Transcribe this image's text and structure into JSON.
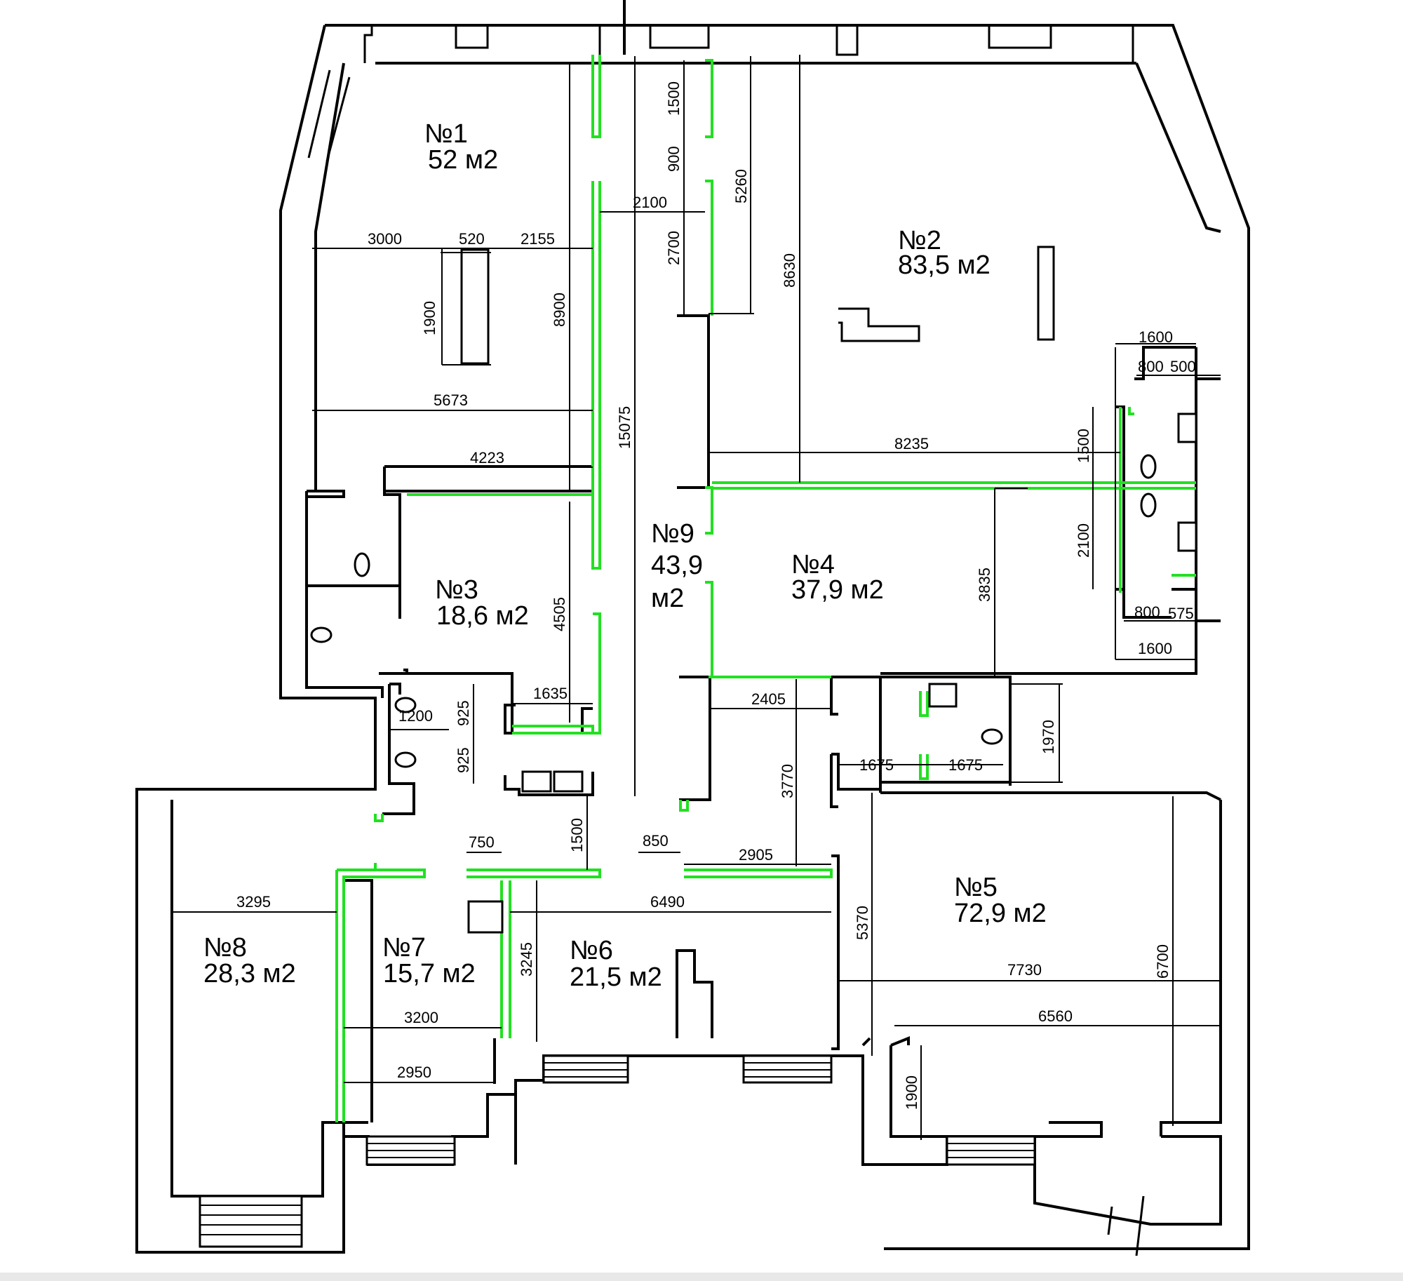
{
  "rooms": [
    {
      "id": "1",
      "num": "№1",
      "area": "52 м2"
    },
    {
      "id": "2",
      "num": "№2",
      "area": "83,5 м2"
    },
    {
      "id": "3",
      "num": "№3",
      "area": "18,6 м2"
    },
    {
      "id": "4",
      "num": "№4",
      "area": "37,9 м2"
    },
    {
      "id": "5",
      "num": "№5",
      "area": "72,9 м2"
    },
    {
      "id": "6",
      "num": "№6",
      "area": "21,5 м2"
    },
    {
      "id": "7",
      "num": "№7",
      "area": "15,7 м2"
    },
    {
      "id": "8",
      "num": "№8",
      "area": "28,3 м2"
    },
    {
      "id": "9",
      "num": "№9",
      "area_line1": "43,9",
      "area_line2": "м2"
    }
  ],
  "dimensions": {
    "d3000": "3000",
    "d520": "520",
    "d2155": "2155",
    "d1900a": "1900",
    "d8900": "8900",
    "d5673": "5673",
    "d4223": "4223",
    "d4505": "4505",
    "d1635": "1635",
    "d1200": "1200",
    "d925a": "925",
    "d925b": "925",
    "d2100a": "2100",
    "d1500a": "1500",
    "d900": "900",
    "d2700": "2700",
    "d5260": "5260",
    "d8630": "8630",
    "d15075": "15075",
    "d1600a": "1600",
    "d800a": "800",
    "d500": "500",
    "d8235": "8235",
    "d1500b": "1500",
    "d2100b": "2100",
    "d3835": "3835",
    "d800b": "800",
    "d575": "575",
    "d1600b": "1600",
    "d2405": "2405",
    "d3770": "3770",
    "d1675a": "1675",
    "d1675b": "1675",
    "d1970": "1970",
    "d1500c": "1500",
    "d750": "750",
    "d850": "850",
    "d2905": "2905",
    "d3295": "3295",
    "d6490": "6490",
    "d3245": "3245",
    "d3200": "3200",
    "d2950": "2950",
    "d5370": "5370",
    "d7730": "7730",
    "d6700": "6700",
    "d6560": "6560",
    "d1900b": "1900"
  }
}
